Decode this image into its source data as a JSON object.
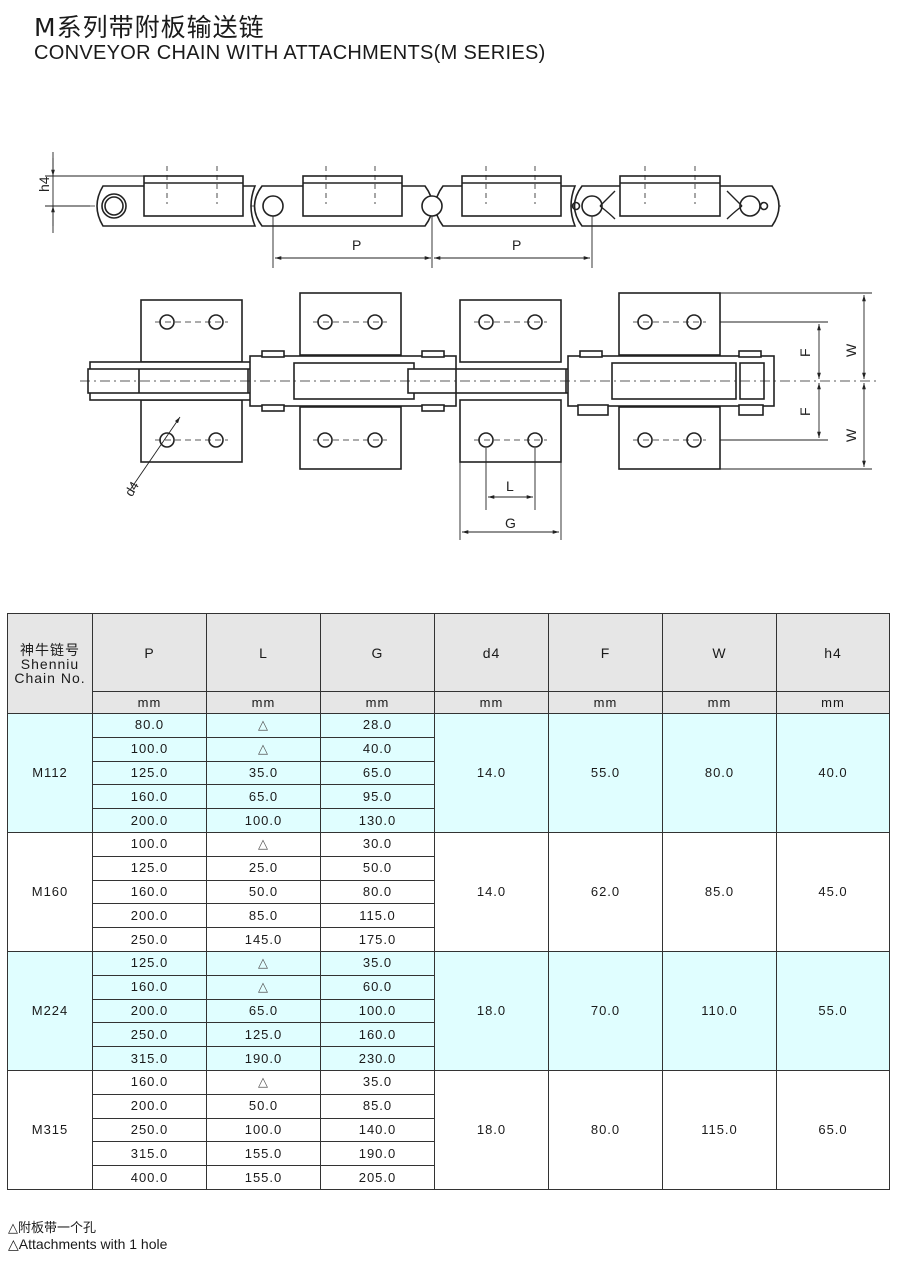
{
  "title": {
    "chinese": "M系列带附板输送链",
    "english": "CONVEYOR CHAIN WITH ATTACHMENTS(M SERIES)"
  },
  "diagram": {
    "side_view_labels": {
      "h4": "h4",
      "pitch_1": "P",
      "pitch_2": "P"
    },
    "top_view_labels": {
      "d4": "d4",
      "L": "L",
      "G": "G",
      "F_top": "F",
      "F_bottom": "F",
      "W_top": "W",
      "W_bottom": "W"
    }
  },
  "table": {
    "chain_header": {
      "cn": "神牛链号",
      "en1": "Shenniu",
      "en2": "Chain No."
    },
    "columns": [
      "P",
      "L",
      "G",
      "d4",
      "F",
      "W",
      "h4"
    ],
    "units": [
      "mm",
      "mm",
      "mm",
      "mm",
      "mm",
      "mm",
      "mm"
    ],
    "groups": [
      {
        "chain": "M112",
        "d4": "14.0",
        "F": "55.0",
        "W": "80.0",
        "h4": "40.0",
        "rows": [
          {
            "P": "80.0",
            "L": "△",
            "G": "28.0"
          },
          {
            "P": "100.0",
            "L": "△",
            "G": "40.0"
          },
          {
            "P": "125.0",
            "L": "35.0",
            "G": "65.0"
          },
          {
            "P": "160.0",
            "L": "65.0",
            "G": "95.0"
          },
          {
            "P": "200.0",
            "L": "100.0",
            "G": "130.0"
          }
        ]
      },
      {
        "chain": "M160",
        "d4": "14.0",
        "F": "62.0",
        "W": "85.0",
        "h4": "45.0",
        "rows": [
          {
            "P": "100.0",
            "L": "△",
            "G": "30.0"
          },
          {
            "P": "125.0",
            "L": "25.0",
            "G": "50.0"
          },
          {
            "P": "160.0",
            "L": "50.0",
            "G": "80.0"
          },
          {
            "P": "200.0",
            "L": "85.0",
            "G": "115.0"
          },
          {
            "P": "250.0",
            "L": "145.0",
            "G": "175.0"
          }
        ]
      },
      {
        "chain": "M224",
        "d4": "18.0",
        "F": "70.0",
        "W": "110.0",
        "h4": "55.0",
        "rows": [
          {
            "P": "125.0",
            "L": "△",
            "G": "35.0"
          },
          {
            "P": "160.0",
            "L": "△",
            "G": "60.0"
          },
          {
            "P": "200.0",
            "L": "65.0",
            "G": "100.0"
          },
          {
            "P": "250.0",
            "L": "125.0",
            "G": "160.0"
          },
          {
            "P": "315.0",
            "L": "190.0",
            "G": "230.0"
          }
        ]
      },
      {
        "chain": "M315",
        "d4": "18.0",
        "F": "80.0",
        "W": "115.0",
        "h4": "65.0",
        "rows": [
          {
            "P": "160.0",
            "L": "△",
            "G": "35.0"
          },
          {
            "P": "200.0",
            "L": "50.0",
            "G": "85.0"
          },
          {
            "P": "250.0",
            "L": "100.0",
            "G": "140.0"
          },
          {
            "P": "315.0",
            "L": "155.0",
            "G": "190.0"
          },
          {
            "P": "400.0",
            "L": "155.0",
            "G": "205.0"
          }
        ]
      }
    ]
  },
  "footnotes": {
    "cn": "△附板带一个孔",
    "en": "△Attachments with 1 hole"
  },
  "colors": {
    "highlight_rows": "#e0feff",
    "header_bg": "#e6e6e6",
    "line": "#333333"
  }
}
